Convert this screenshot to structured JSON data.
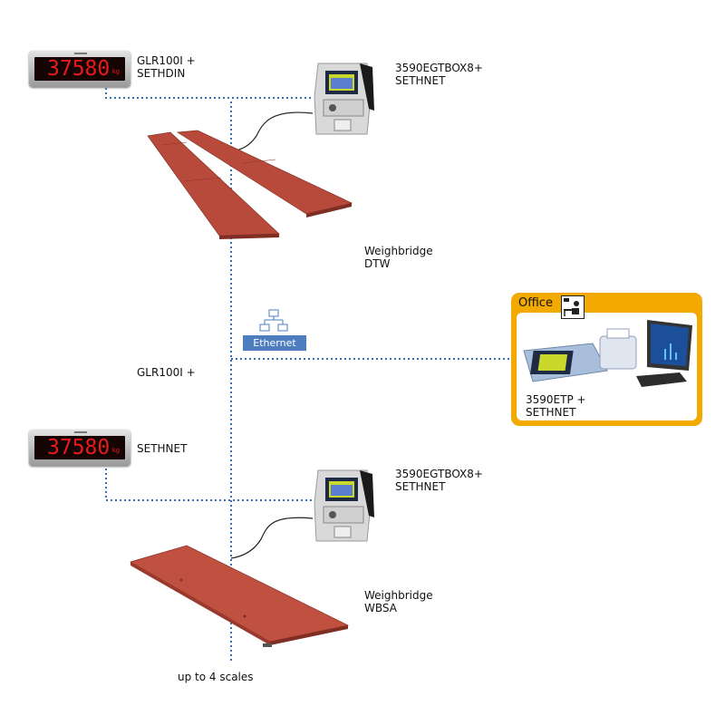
{
  "devices": {
    "display_top": {
      "reading": "37580",
      "unit": "kg",
      "label_line1": "GLR100I +",
      "label_line2": "SETHDIN"
    },
    "terminal_top": {
      "label_line1": "3590EGTBOX8+",
      "label_line2": "SETHNET"
    },
    "weighbridge_dtw": {
      "label_line1": "Weighbridge",
      "label_line2": "DTW"
    },
    "display_bottom": {
      "reading": "37580",
      "unit": "kg",
      "label_line1": "GLR100I +",
      "label_line2": "SETHNET"
    },
    "terminal_bottom": {
      "label_line1": "3590EGTBOX8+",
      "label_line2": "SETHNET"
    },
    "weighbridge_wbsa": {
      "label_line1": "Weighbridge",
      "label_line2": "WBSA"
    }
  },
  "network": {
    "ethernet_label": "Ethernet",
    "footer": "up to 4 scales"
  },
  "office": {
    "title": "Office",
    "device_label_line1": "3590ETP +",
    "device_label_line2": "SETHNET"
  },
  "colors": {
    "network_line": "#3a6fb5",
    "office_border": "#f2a900",
    "platform": "#b84a3c",
    "ethernet_badge": "#4d7dbf",
    "led_digits": "#e81b1b"
  }
}
